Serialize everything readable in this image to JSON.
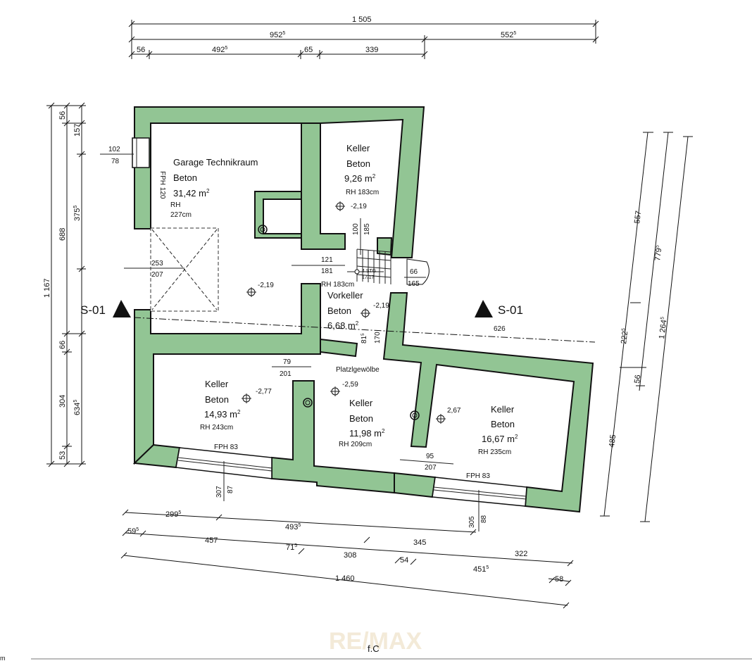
{
  "dims_top": {
    "overall": "1 505",
    "a": "952",
    "a_sup": "5",
    "b": "552",
    "b_sup": "5",
    "c": "56",
    "d": "492",
    "d_sup": "5",
    "e": "65",
    "f": "339"
  },
  "dims_left": {
    "overall": "1 167",
    "a": "688",
    "b": "634",
    "b_sup": "5",
    "c": "56",
    "d": "157",
    "e": "375",
    "e_sup": "5",
    "f": "66",
    "g": "304",
    "h": "53"
  },
  "dims_right": {
    "a": "557",
    "b": "779",
    "b_sup": "5",
    "c": "222",
    "c_sup": "5",
    "d": "56",
    "e": "1 264",
    "e_sup": "5",
    "f": "485"
  },
  "dims_bottom": {
    "a": "299",
    "a_sup": "5",
    "b": "493",
    "b_sup": "5",
    "c": "345",
    "d": "322",
    "e": "59",
    "e_sup": "5",
    "f": "457",
    "g": "71",
    "g_sup": "5",
    "h": "308",
    "i": "54",
    "j": "451",
    "j_sup": "5",
    "k": "58",
    "overall": "1 460"
  },
  "rooms": {
    "garage": {
      "name": "Garage Technikraum",
      "floor": "Beton",
      "area": "31,42 m",
      "rh": "RH",
      "rh_val": "227cm"
    },
    "keller_top": {
      "name": "Keller",
      "floor": "Beton",
      "area": "9,26 m",
      "rh": "RH 183cm"
    },
    "vorkeller": {
      "name": "Vorkeller",
      "floor": "Beton",
      "area": "6,68 m",
      "rh": "RH 183cm"
    },
    "keller_left": {
      "name": "Keller",
      "floor": "Beton",
      "area": "14,93 m",
      "rh": "RH 243cm"
    },
    "keller_mid": {
      "name": "Keller",
      "floor": "Beton",
      "area": "11,98 m",
      "rh": "RH 209cm"
    },
    "keller_right": {
      "name": "Keller",
      "floor": "Beton",
      "area": "16,67 m",
      "rh": "RH 235cm"
    },
    "area_unit_sup": "2"
  },
  "levels": {
    "garage": "-2,19",
    "keller_top": "-2,19",
    "vorkeller": "-2,19",
    "keller_left": "-2,77",
    "keller_mid": "-2,59",
    "keller_right": "2,67"
  },
  "openings": {
    "fph120": "FPH 120",
    "w_102": "102",
    "w_78": "78",
    "door_253": "253",
    "door_207": "207",
    "op_121": "121",
    "op_181": "181",
    "op_100": "100",
    "op_185": "185",
    "stairs": "4 STG",
    "stairs2": "17/17",
    "door_66": "66",
    "door_165": "165",
    "op_81": "81",
    "op_81_sup": "5",
    "op_170": "170",
    "op_626": "626",
    "op_79": "79",
    "op_201": "201",
    "vault": "Platzlgewölbe",
    "fph83_left": "FPH 83",
    "w_307": "307",
    "w_87": "87",
    "op_95": "95",
    "op_207b": "207",
    "fph83_right": "FPH 83",
    "w_305": "305",
    "w_88": "88"
  },
  "section": {
    "left": "S-01",
    "right": "S-01"
  },
  "footer": {
    "label": "f.C",
    "edge_text": "m"
  },
  "watermark": "RE/MAX",
  "colors": {
    "wall": "#92c594",
    "line": "#111111"
  }
}
